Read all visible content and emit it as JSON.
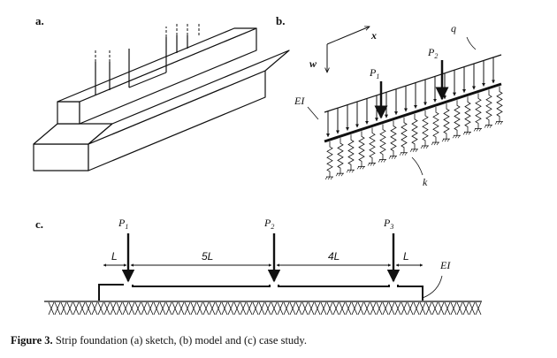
{
  "panels": {
    "a": "a.",
    "b": "b.",
    "c": "c."
  },
  "panel_b": {
    "axis_x": "x",
    "axis_w": "w",
    "load_q": "q",
    "p1_base": "P",
    "p1_sub": "1",
    "p2_base": "P",
    "p2_sub": "2",
    "stiffness": "EI",
    "spring": "k"
  },
  "panel_c": {
    "p1_base": "P",
    "p1_sub": "1",
    "p2_base": "P",
    "p2_sub": "2",
    "p3_base": "P",
    "p3_sub": "3",
    "dim_left": "L",
    "dim_5l": "5L",
    "dim_4l": "4L",
    "dim_right": "L",
    "stiffness": "EI"
  },
  "caption": {
    "label": "Figure 3.",
    "text": " Strip foundation (a) sketch, (b) model and (c) case study."
  }
}
